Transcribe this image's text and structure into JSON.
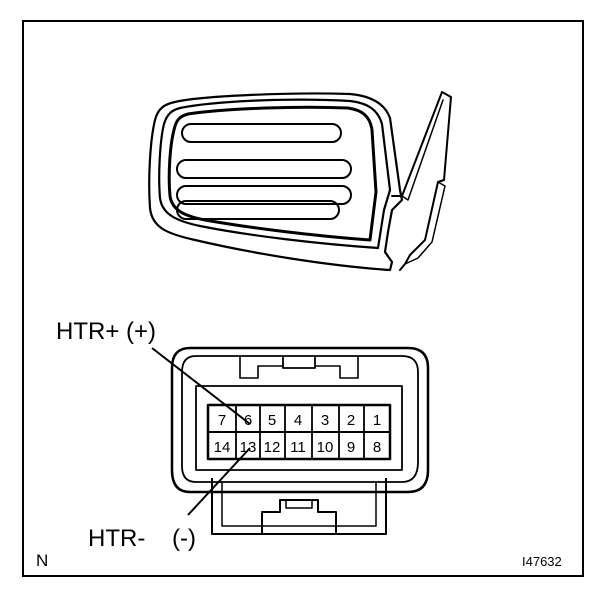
{
  "labels": {
    "htr_plus": "HTR+ (+)",
    "htr_minus_name": "HTR-",
    "htr_minus_sign": "(-)",
    "corner_letter": "N",
    "figure_id": "I47632"
  },
  "connector": {
    "top_row": [
      "7",
      "6",
      "5",
      "4",
      "3",
      "2",
      "1"
    ],
    "bottom_row": [
      "14",
      "13",
      "12",
      "11",
      "10",
      "9",
      "8"
    ]
  },
  "colors": {
    "ink": "#000000",
    "paper": "#ffffff"
  }
}
